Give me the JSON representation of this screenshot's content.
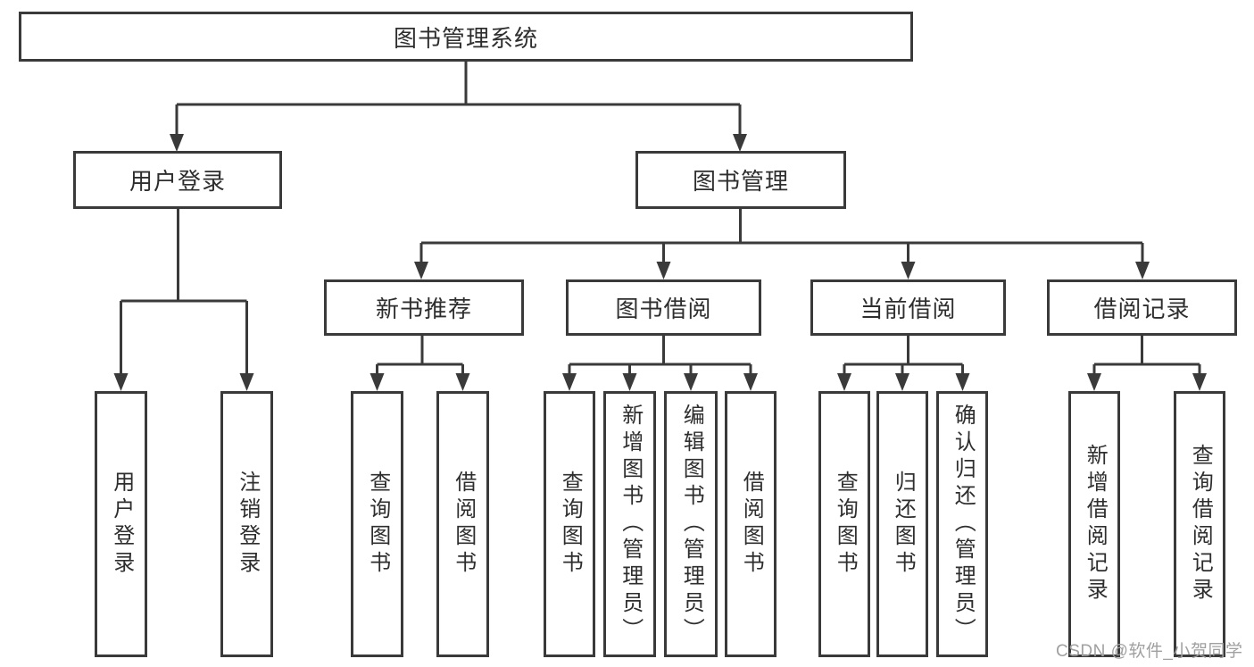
{
  "diagram": {
    "root": {
      "label": "图书管理系统"
    },
    "level2": [
      {
        "label": "用户登录"
      },
      {
        "label": "图书管理"
      }
    ],
    "level3": [
      {
        "label": "新书推荐"
      },
      {
        "label": "图书借阅"
      },
      {
        "label": "当前借阅"
      },
      {
        "label": "借阅记录"
      }
    ],
    "leaves": {
      "user_login": [
        "用户登录",
        "注销登录"
      ],
      "new_book": [
        "查询图书",
        "借阅图书"
      ],
      "book_borrow": [
        "查询图书",
        "新增图书（管理员）",
        "编辑图书（管理员）",
        "借阅图书"
      ],
      "current_borrow": [
        "查询图书",
        "归还图书",
        "确认归还（管理员）"
      ],
      "borrow_record": [
        "新增借阅记录",
        "查询借阅记录"
      ]
    }
  },
  "watermark": {
    "text": "CSDN @软件_小贺同学"
  },
  "colors": {
    "line": "#3a3a3a",
    "text": "#2e2e2e",
    "background": "#ffffff",
    "watermark": "#a0a0a0"
  }
}
